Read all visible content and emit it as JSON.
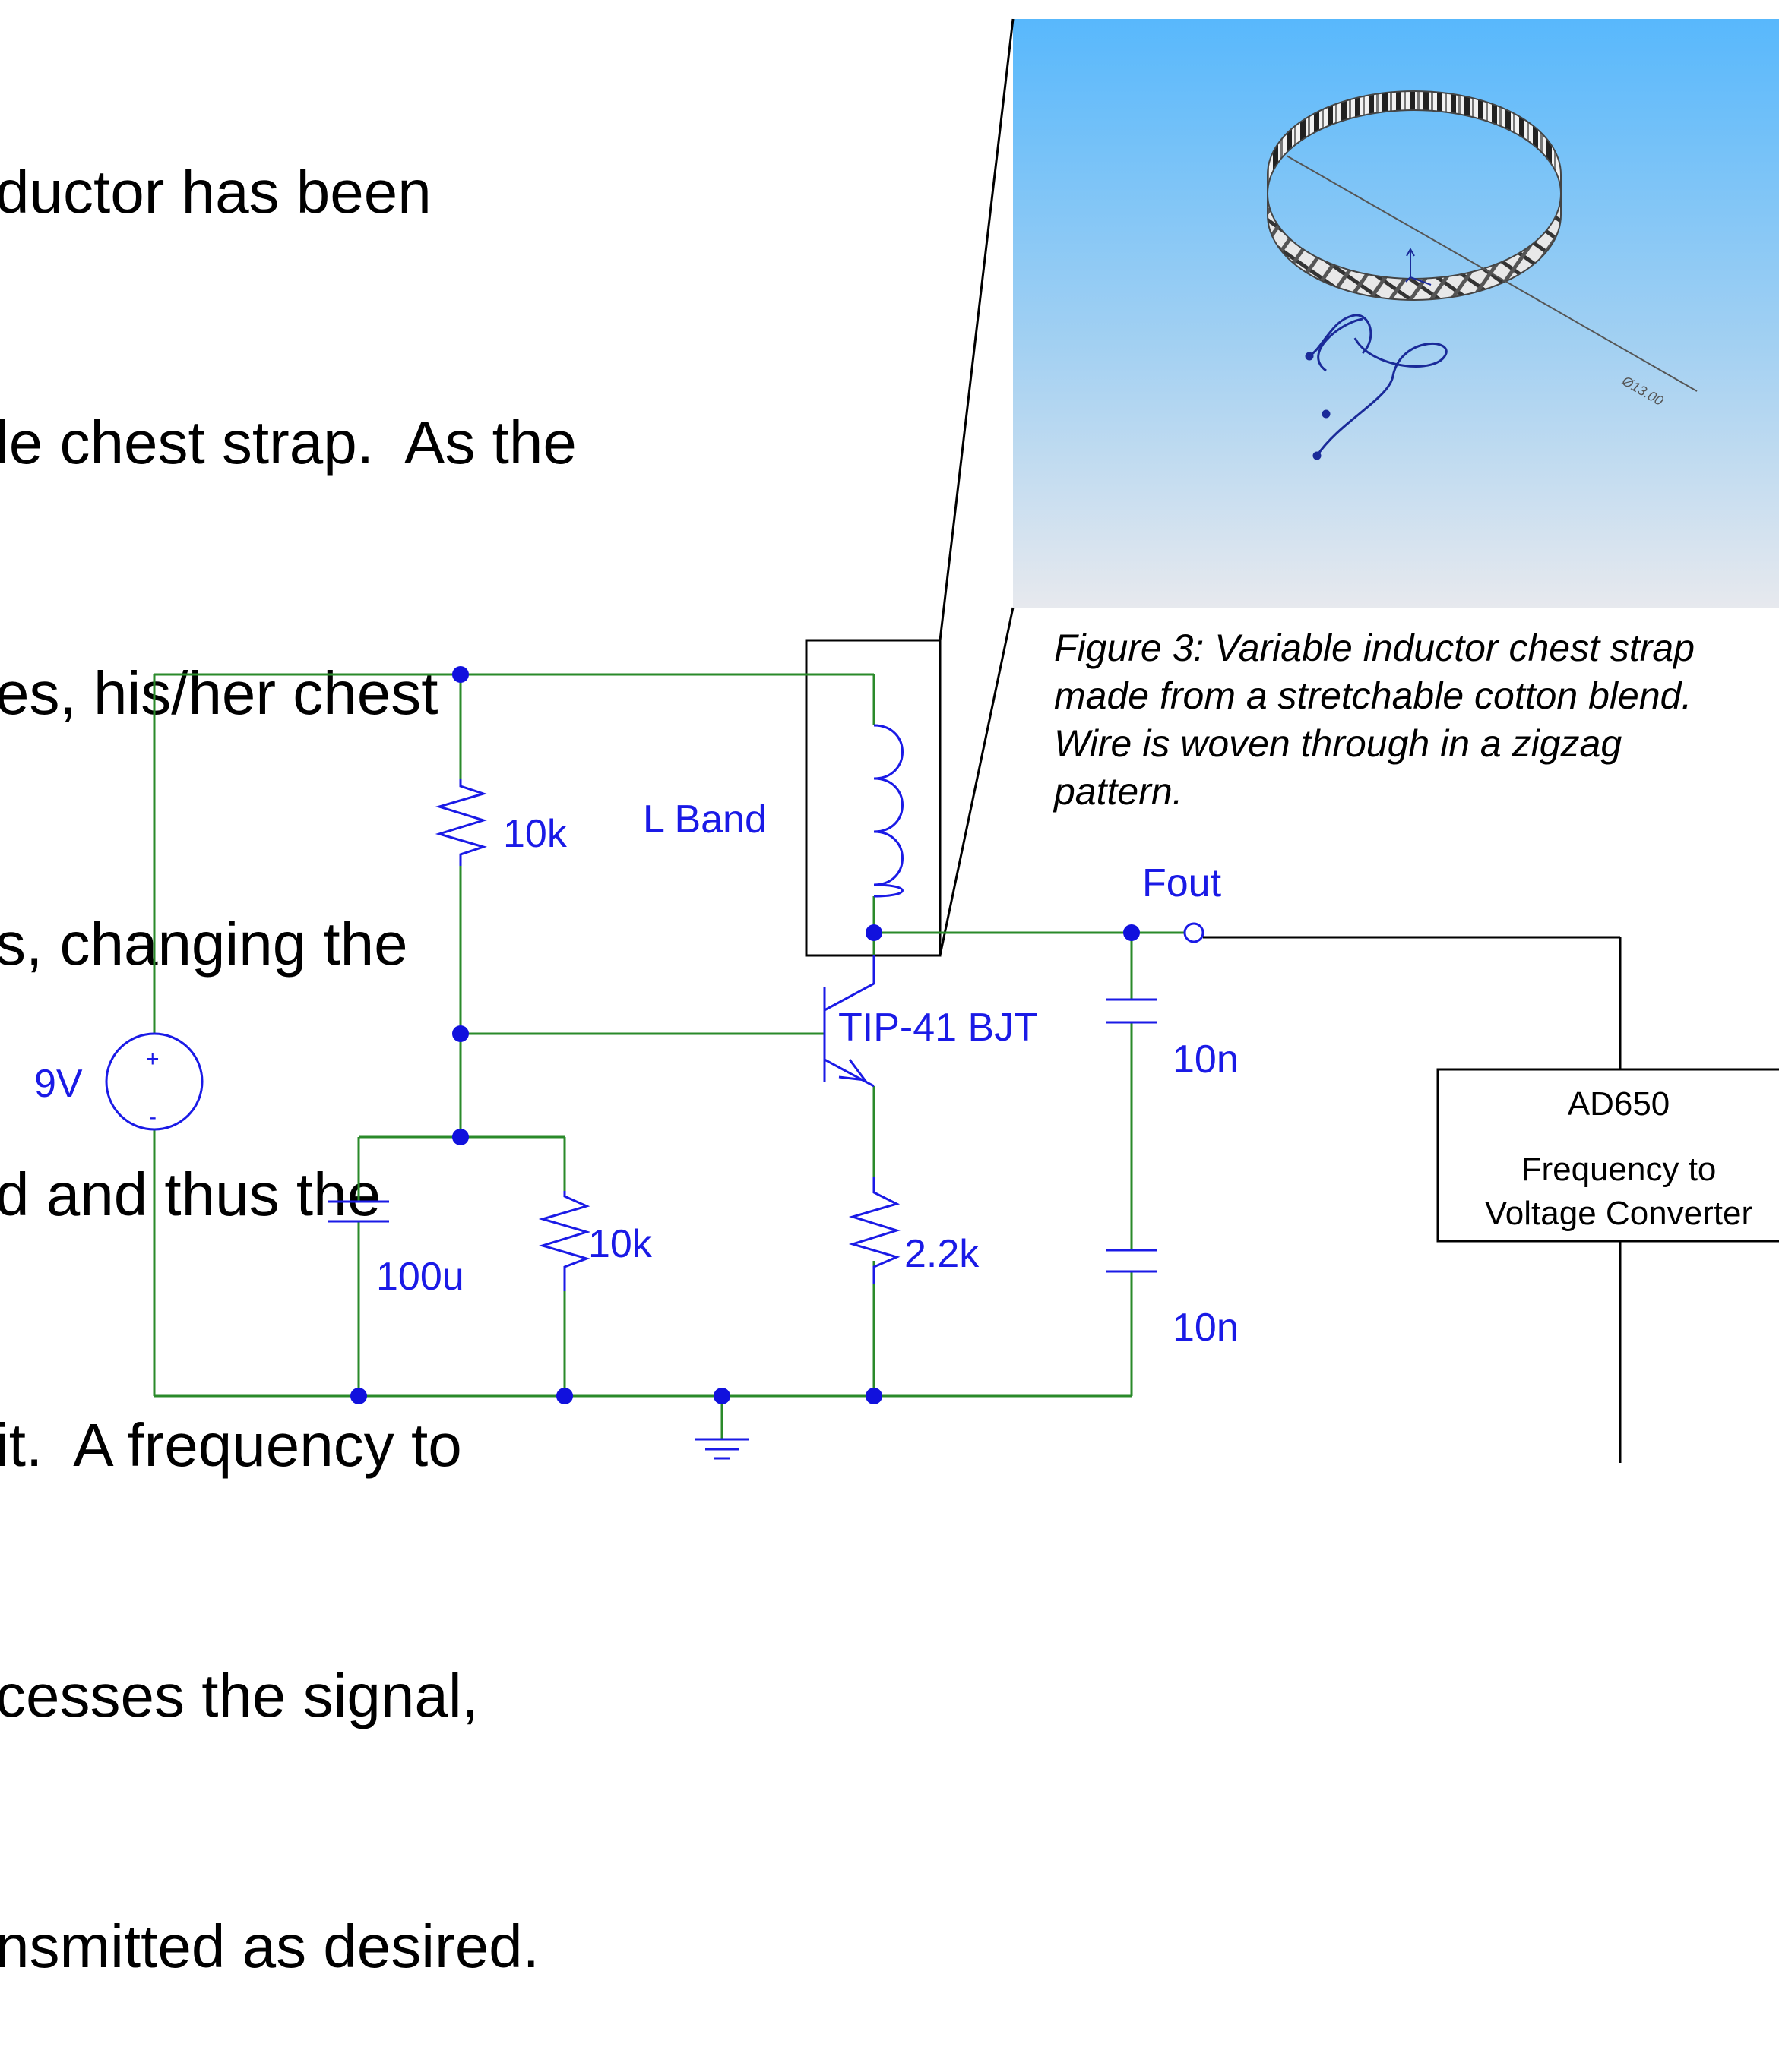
{
  "body_text": [
    "ductor has been",
    "le chest strap.  As the",
    "es, his/her chest",
    "s, changing the",
    "d and thus the",
    "it.  A frequency to",
    "cesses the signal,",
    "nsmitted as desired."
  ],
  "figure": {
    "caption_lines": [
      "Figure 3:  Variable inductor chest strap",
      "made from a stretchable cotton blend.",
      "Wire is woven through in a zigzag",
      "pattern."
    ],
    "dimension_label": "Ø13.00"
  },
  "circuit": {
    "source_label": "9V",
    "source_plus": "+",
    "source_minus": "-",
    "r_top_label": "10k",
    "inductor_label": "L Band",
    "transistor_label": "TIP-41 BJT",
    "c_big_label": "100u",
    "r_bottom_label": "10k",
    "r_emitter_label": "2.2k",
    "c_top_label": "10n",
    "c_bottom_label": "10n",
    "output_label": "Fout",
    "converter_title": "AD650",
    "converter_desc_line1": "Frequency to",
    "converter_desc_line2": "Voltage Converter"
  },
  "colors": {
    "wire": "#2a8a2a",
    "component": "#1a1ae6",
    "junction": "#1111dd",
    "callout": "#000000"
  }
}
